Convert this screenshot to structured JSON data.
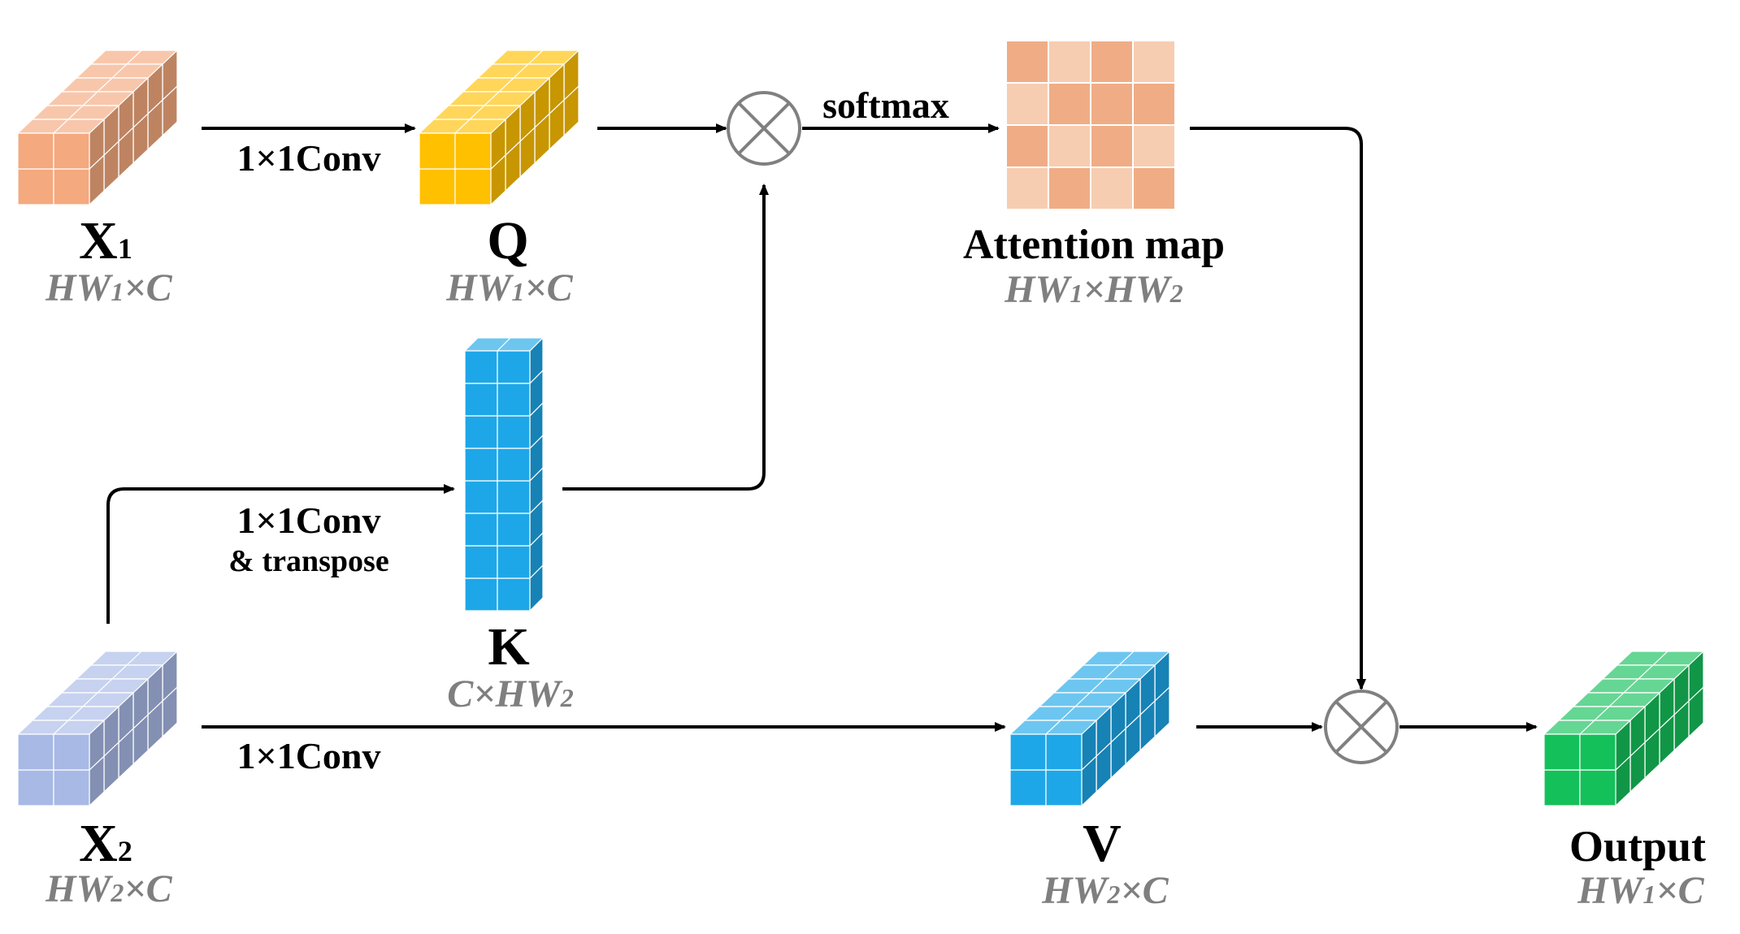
{
  "colors": {
    "x1": "#f4a97e",
    "q": "#ffc000",
    "k": "#1ea7e8",
    "v": "#1ea7e8",
    "x2": "#a8b9e6",
    "output": "#14c05a",
    "attention_dark": "#f0ad85",
    "attention_light": "#f7cdb1",
    "arrow": "#000000",
    "operator": "#808080",
    "dim_text": "#7f7f7f"
  },
  "nodes": {
    "x1": {
      "label": "X",
      "sub": "1",
      "shape": "HW",
      "shape_sub": "1",
      "shape_tail": "×C"
    },
    "q": {
      "label": "Q",
      "shape": "HW",
      "shape_sub": "1",
      "shape_tail": "×C"
    },
    "k": {
      "label": "K",
      "shape": "C×HW",
      "shape_sub": "2"
    },
    "x2": {
      "label": "X",
      "sub": "2",
      "shape": "HW",
      "shape_sub": "2",
      "shape_tail": "×C"
    },
    "v": {
      "label": "V",
      "shape": "HW",
      "shape_sub": "2",
      "shape_tail": "×C"
    },
    "attention": {
      "label": "Attention map",
      "shape_a": "HW",
      "shape_a_sub": "1",
      "shape_mid": "×HW",
      "shape_b_sub": "2"
    },
    "output": {
      "label": "Output",
      "shape": "HW",
      "shape_sub": "1",
      "shape_tail": "×C"
    }
  },
  "edges": {
    "x1_to_q": "1×1Conv",
    "x2_to_k_line1": "1×1Conv",
    "x2_to_k_line2": "& transpose",
    "x2_to_v": "1×1Conv",
    "softmax": "softmax"
  },
  "operators": {
    "matmul_top": "multiply-icon",
    "matmul_bottom": "multiply-icon"
  }
}
